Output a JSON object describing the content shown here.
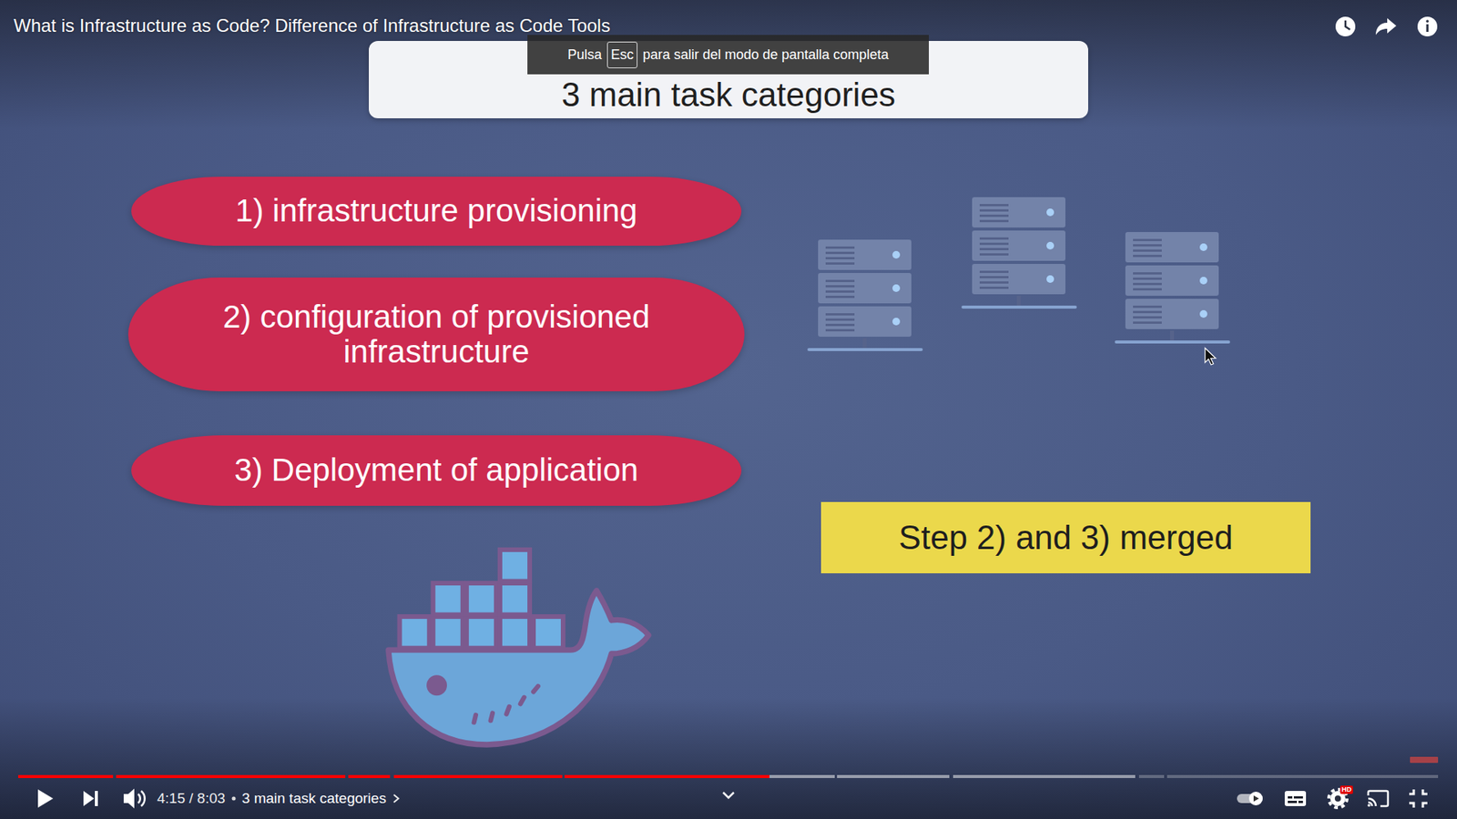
{
  "diagram": {
    "title": "3 main task categories",
    "nodes": [
      {
        "text": [
          "1) infrastructure provisioning"
        ]
      },
      {
        "text": [
          "2) configuration of provisioned infrastructure"
        ]
      },
      {
        "text": [
          "3) Deployment of application"
        ]
      },
      {
        "text": [
          "Step 2) and 3) merged"
        ]
      }
    ],
    "labels": [
      "What is Infrastructure as Code? Difference of Infrastructure as Code Tools",
      "Pulsa",
      "Esc",
      "para salir del modo de pantalla completa",
      "4:15 / 8:03",
      "3 main task categories",
      "HD"
    ]
  }
}
